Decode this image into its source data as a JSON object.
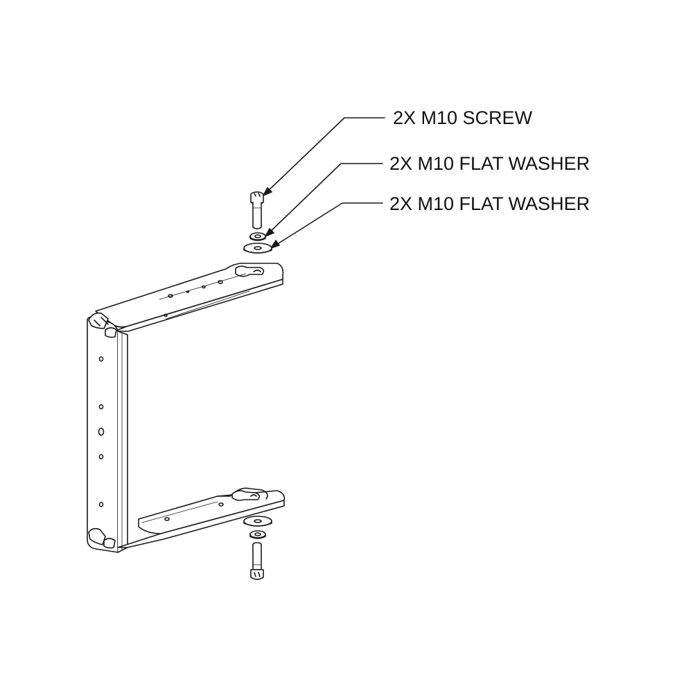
{
  "labels": {
    "screw": "2X M10 SCREW",
    "washer_1": "2X M10 FLAT WASHER",
    "washer_2": "2X M10 FLAT WASHER"
  },
  "colors": {
    "line": "#1a1a1a",
    "background": "#ffffff"
  }
}
